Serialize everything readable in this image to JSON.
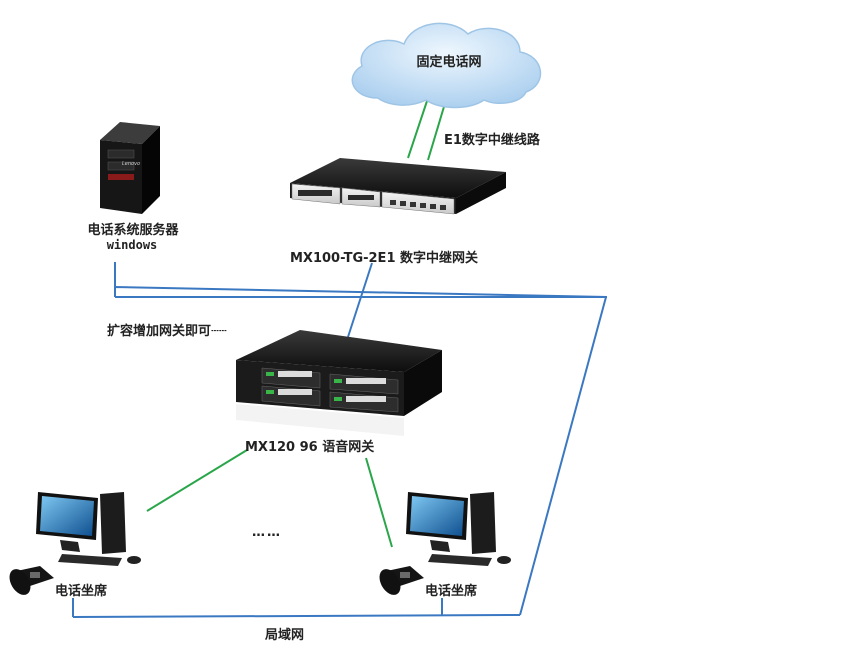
{
  "cloud": {
    "label": "固定电话网"
  },
  "e1_link": {
    "label": "E1数字中继线路"
  },
  "trunk_gateway": {
    "label": "MX100-TG-2E1 数字中继网关"
  },
  "server": {
    "label": "电话系统服务器",
    "os": "windows",
    "brand": "Lenovo"
  },
  "expand_note": {
    "label": "扩容增加网关即可┄┄"
  },
  "voice_gateway": {
    "label": "MX120 96 语音网关"
  },
  "agent_left": {
    "label": "电话坐席"
  },
  "agent_right": {
    "label": "电话坐席"
  },
  "ellipsis": {
    "label": "……"
  },
  "lan": {
    "label": "局域网"
  },
  "colors": {
    "lan_line": "#3b78c2",
    "phone_line": "#2aa64a",
    "cloud": "#bcdcf5"
  }
}
